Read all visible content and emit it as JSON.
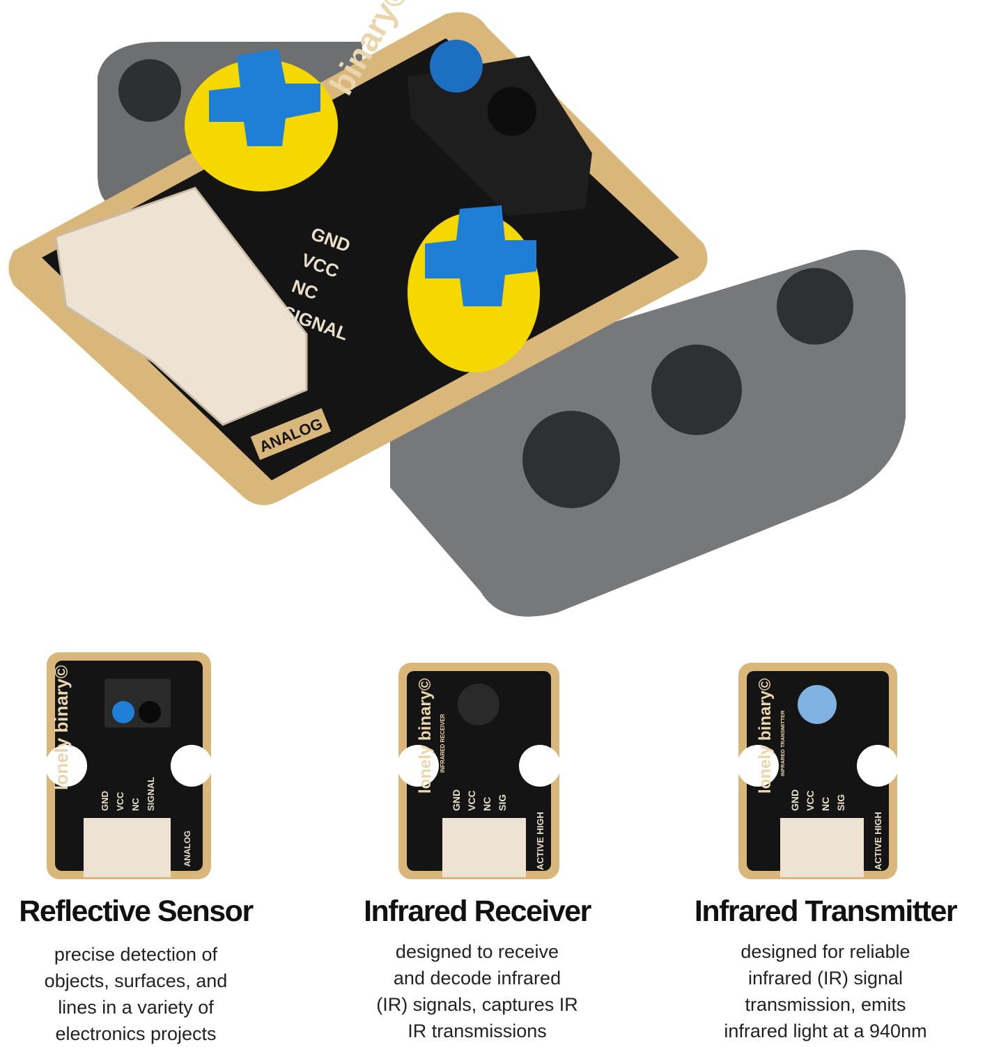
{
  "hero": {
    "logo": "binary©",
    "pins": [
      "GND",
      "VCC",
      "NC",
      "SIGNAL"
    ],
    "mode_label": "ANALOG"
  },
  "products": [
    {
      "title": "Reflective Sensor",
      "description": [
        "precise detection of",
        "objects, surfaces, and",
        "lines in a variety of",
        "electronics projects"
      ],
      "board": {
        "logo": "lonely binary©",
        "subtitle": "",
        "pins": [
          "GND",
          "VCC",
          "NC",
          "SIGNAL"
        ],
        "mode_label": "ANALOG"
      }
    },
    {
      "title": "Infrared Receiver",
      "description": [
        "designed to receive",
        "and decode infrared",
        "(IR) signals, captures IR",
        "IR transmissions"
      ],
      "board": {
        "logo": "lonely binary©",
        "subtitle": "INFRARED RECEIVER",
        "pins": [
          "GND",
          "VCC",
          "NC",
          "SIG"
        ],
        "mode_label": "ACTIVE HIGH"
      }
    },
    {
      "title": "Infrared Transmitter",
      "description": [
        "designed for reliable",
        "infrared (IR) signal",
        "transmission, emits",
        "infrared light at a 940nm"
      ],
      "board": {
        "logo": "lonely binary©",
        "subtitle": "INFRARED TRANSMITTER",
        "pins": [
          "GND",
          "VCC",
          "NC",
          "SIG"
        ],
        "mode_label": "ACTIVE HIGH"
      }
    }
  ],
  "colors": {
    "pcb": "#141414",
    "gold": "#d9b77a",
    "beam": "#77787a",
    "pin_yellow": "#f5d800",
    "pin_blue": "#1f7fd6",
    "connector": "#eee3d3"
  }
}
